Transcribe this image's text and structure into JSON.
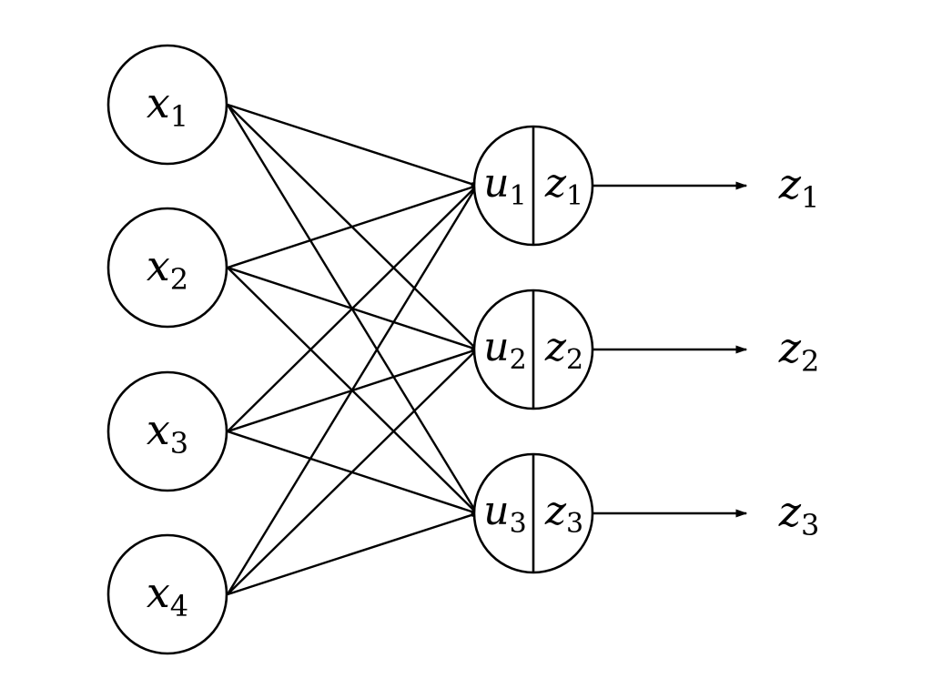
{
  "diagram": {
    "input_nodes": [
      {
        "var": "x",
        "sub": "1"
      },
      {
        "var": "x",
        "sub": "2"
      },
      {
        "var": "x",
        "sub": "3"
      },
      {
        "var": "x",
        "sub": "4"
      }
    ],
    "hidden_nodes": [
      {
        "in_var": "u",
        "in_sub": "1",
        "out_var": "z",
        "out_sub": "1"
      },
      {
        "in_var": "u",
        "in_sub": "2",
        "out_var": "z",
        "out_sub": "2"
      },
      {
        "in_var": "u",
        "in_sub": "3",
        "out_var": "z",
        "out_sub": "3"
      }
    ],
    "outputs": [
      {
        "var": "z",
        "sub": "1"
      },
      {
        "var": "z",
        "sub": "2"
      },
      {
        "var": "z",
        "sub": "3"
      }
    ],
    "connectivity": "fully-connected"
  }
}
